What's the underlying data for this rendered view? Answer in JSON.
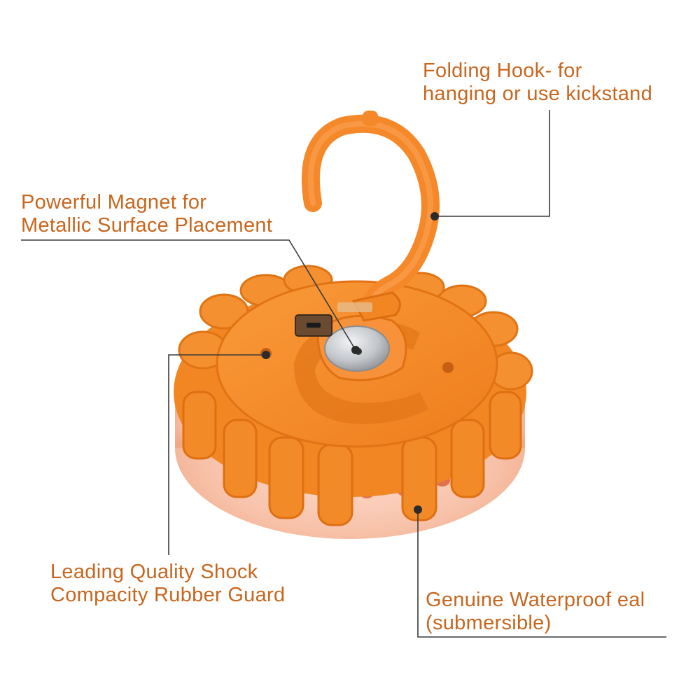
{
  "colors": {
    "label_text": "#c8661e",
    "leader_line": "#3a3a3a",
    "body_orange": "#f68a26",
    "body_shade": "#e37416",
    "lens_clear": "#f7c7b3",
    "magnet_metal": "#c7c9cc"
  },
  "callouts": {
    "hook": {
      "line1": "Folding Hook- for",
      "line2": "hanging or use kickstand"
    },
    "magnet": {
      "line1": "Powerful Magnet for",
      "line2": "Metallic Surface Placement"
    },
    "guard": {
      "line1": "Leading Quality Shock",
      "line2": "Compacity Rubber Guard"
    },
    "seal": {
      "line1": "Genuine Waterproof eal",
      "line2": "(submersible)"
    }
  }
}
